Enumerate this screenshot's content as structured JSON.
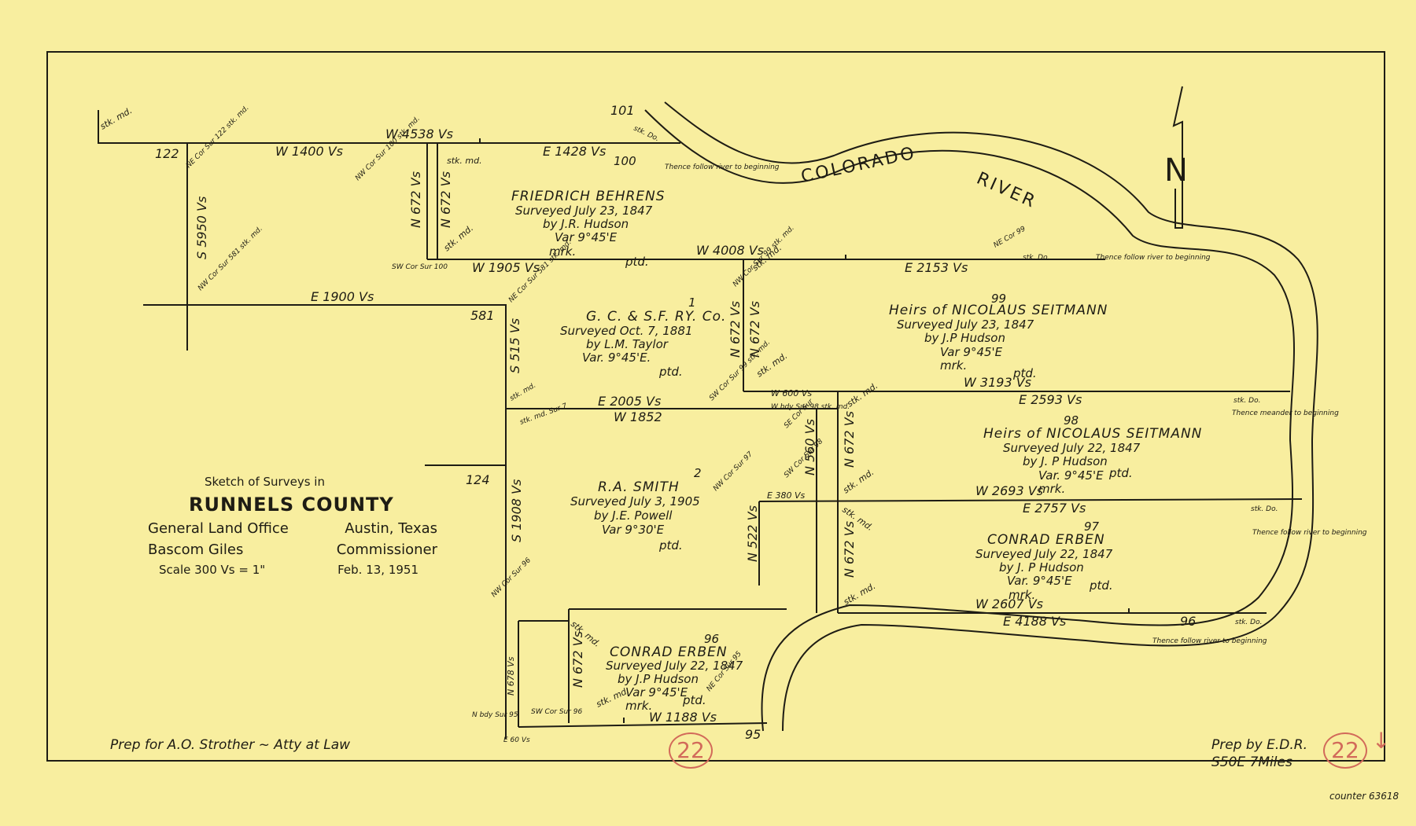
{
  "title_block": {
    "line1": "Sketch of Surveys in",
    "county": "RUNNELS COUNTY",
    "office_left": "General Land Office",
    "office_right": "Austin, Texas",
    "commissioner_left": "Bascom Giles",
    "commissioner_right": "Commissioner",
    "scale": "Scale 300 Vs = 1\"",
    "date": "Feb. 13, 1951"
  },
  "footer": {
    "prepared_for": "Prep for A.O. Strother ~ Atty at Law",
    "prepared_by": "Prep by E.D.R.",
    "location": "S50E 7Miles",
    "counter": "counter 63618",
    "stamp_left": "22",
    "stamp_right": "22"
  },
  "north": {
    "label": "N"
  },
  "river": {
    "word1": "COLORADO",
    "word2": "RIVER"
  },
  "surveys": {
    "s100": {
      "number": "100",
      "owner": "FRIEDRICH BEHRENS",
      "surveyed": "Surveyed July 23, 1847",
      "by": "by J.R. Hudson",
      "var": "Var 9°45'E",
      "mrk": "mrk.",
      "ptd": "ptd."
    },
    "s1": {
      "number": "1",
      "owner": "G. C. & S.F. RY. Co.",
      "surveyed": "Surveyed Oct. 7, 1881",
      "by": "by L.M. Taylor",
      "var": "Var. 9°45'E.",
      "ptd": "ptd."
    },
    "s99": {
      "number": "99",
      "owner": "Heirs of NICOLAUS SEITMANN",
      "surveyed": "Surveyed July 23, 1847",
      "by": "by J.P Hudson",
      "var": "Var 9°45'E",
      "mrk": "mrk.",
      "ptd": "ptd."
    },
    "s98": {
      "number": "98",
      "owner": "Heirs of NICOLAUS SEITMANN",
      "surveyed": "Surveyed July 22, 1847",
      "by": "by J. P Hudson",
      "var": "Var. 9°45'E",
      "mrk": "mrk.",
      "ptd": "ptd."
    },
    "s2": {
      "number": "2",
      "owner": "R.A. SMITH",
      "surveyed": "Surveyed July 3, 1905",
      "by": "by J.E. Powell",
      "var": "Var 9°30'E",
      "ptd": "ptd."
    },
    "s97": {
      "number": "97",
      "owner": "CONRAD ERBEN",
      "surveyed": "Surveyed July 22, 1847",
      "by": "by J. P Hudson",
      "var": "Var. 9°45'E",
      "mrk": "mrk.",
      "ptd": "ptd."
    },
    "s96": {
      "number": "96",
      "owner": "CONRAD ERBEN",
      "surveyed": "Surveyed July 22, 1847",
      "by": "by J.P Hudson",
      "var": "Var 9°45'E",
      "mrk": "mrk.",
      "ptd": "ptd."
    }
  },
  "neighbors": {
    "n101": "101",
    "n122": "122",
    "n581": "581",
    "n124": "124",
    "n96b": "96",
    "n95": "95"
  },
  "calls": {
    "w4538": "W 4538 Vs",
    "w1400": "W 1400 Vs",
    "e1428": "E 1428 Vs",
    "w4008": "W 4008 Vs",
    "w1905": "W 1905 Vs",
    "e2153": "E 2153 Vs",
    "e1900": "E 1900 Vs",
    "s5950": "S 5950 Vs",
    "n672a": "N 672 Vs",
    "n672b": "N 672 Vs",
    "n672c": "N 672 Vs",
    "n672d": "N 672 Vs",
    "s515": "S 515 Vs",
    "w3193": "W 3193 Vs",
    "e2593": "E 2593 Vs",
    "e2005": "E 2005 Vs",
    "w1852": "W 1852",
    "w600": "W 600 Vs",
    "n560": "N 560 Vs",
    "n672e": "N 672 Vs",
    "w2693": "W 2693 Vs",
    "e2757": "E 2757 Vs",
    "e380": "E 380 Vs",
    "n522": "N 522 Vs",
    "n672f": "N 672 Vs",
    "s1908": "S 1908 Vs",
    "w2607": "W 2607 Vs",
    "e4188": "E 4188 Vs",
    "n678": "N 678 Vs",
    "n672g": "N 672 Vs",
    "w1188": "W 1188 Vs",
    "e60": "E 60 Vs"
  },
  "notes": {
    "stkmd": "stk. md.",
    "stkdo": "stk. Do.",
    "thence1": "Thence follow river to beginning",
    "thence2": "Thence follow river to beginning",
    "thence3": "Thence meander to beginning",
    "thence4": "Thence follow river to beginning",
    "thence5": "Thence follow river to beginning",
    "necor122": "NE Cor Sur 122 stk. md.",
    "nwcor100": "NW Cor Sur 100 stk. md.",
    "swcor100": "SW Cor Sur 100",
    "nwcor581": "NW Cor Sur 581 stk. md.",
    "necor581": "NE Cor Sur 581 stk. md.",
    "nwcor99": "NW Cor Sur 99 stk. md.",
    "swcor99": "SW Cor Sur 99 stk. md.",
    "necor99": "NE Cor 99",
    "secor": "SE Cor Sur",
    "swcor98": "SW Cor Sur 98",
    "nwcor97": "NW Cor Sur 97",
    "nwcor96": "NW Cor Sur 96",
    "swcor96": "SW Cor Sur 96",
    "nbdy95": "N bdy Sur 95",
    "wbdy98": "W bdy Sur 98 stk. md.",
    "necor96": "NE Cor Sur 95",
    "stkmd7": "stk. md. Sur 7"
  }
}
